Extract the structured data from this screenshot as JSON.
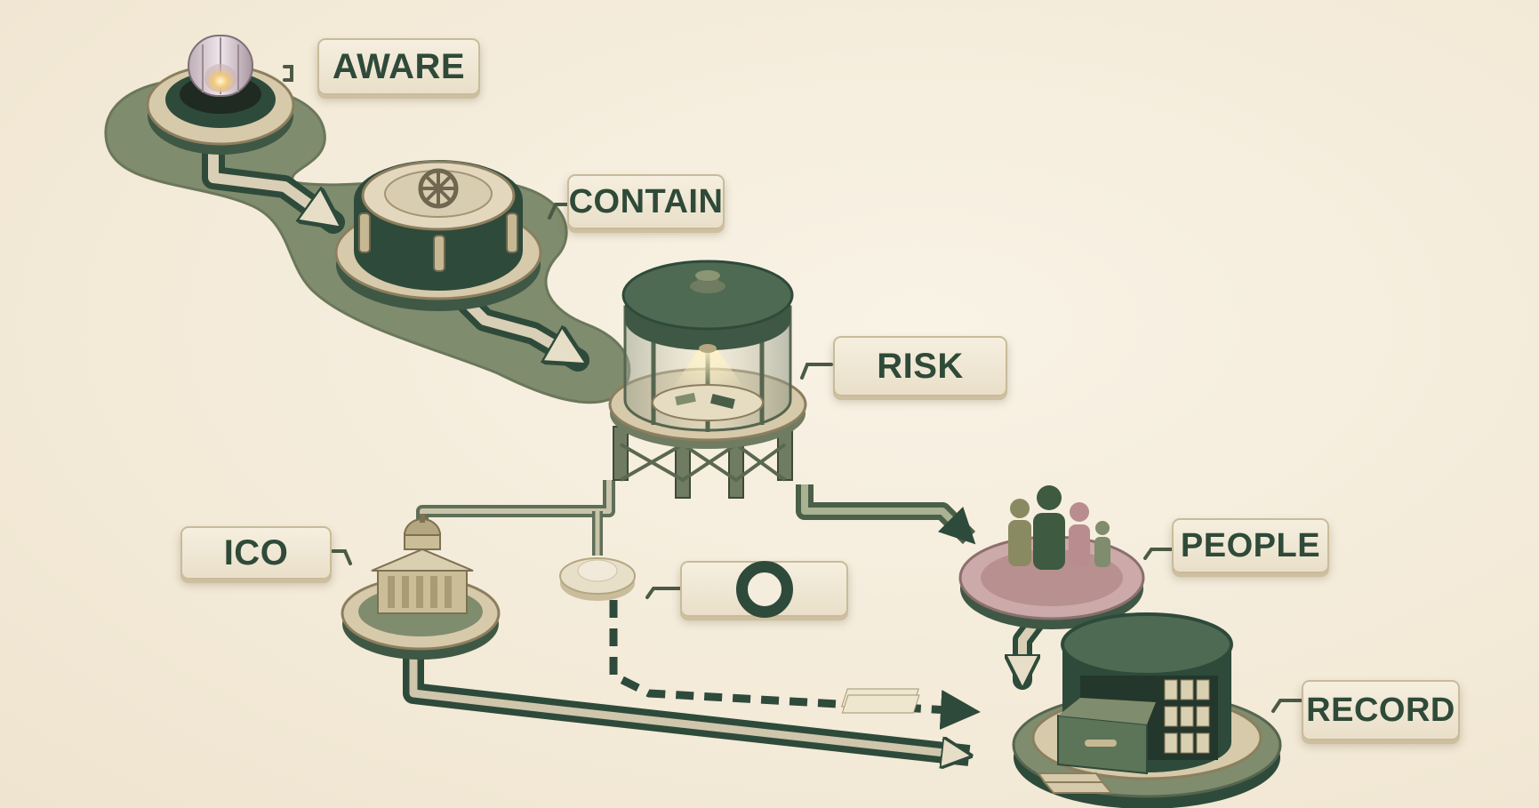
{
  "nodes": {
    "aware": {
      "label": "AWARE"
    },
    "contain": {
      "label": "CONTAIN"
    },
    "risk": {
      "label": "RISK"
    },
    "people": {
      "label": "PEOPLE"
    },
    "record": {
      "label": "RECORD"
    },
    "ico": {
      "label": "ICO"
    },
    "decision": {
      "label": "",
      "icon": "ring-icon"
    }
  },
  "colors": {
    "background": "#f4ecdc",
    "path_green": "#7f8c6d",
    "dark_green": "#2e4a3a",
    "cream": "#e9dfc9",
    "label_text": "#2f4a39"
  }
}
